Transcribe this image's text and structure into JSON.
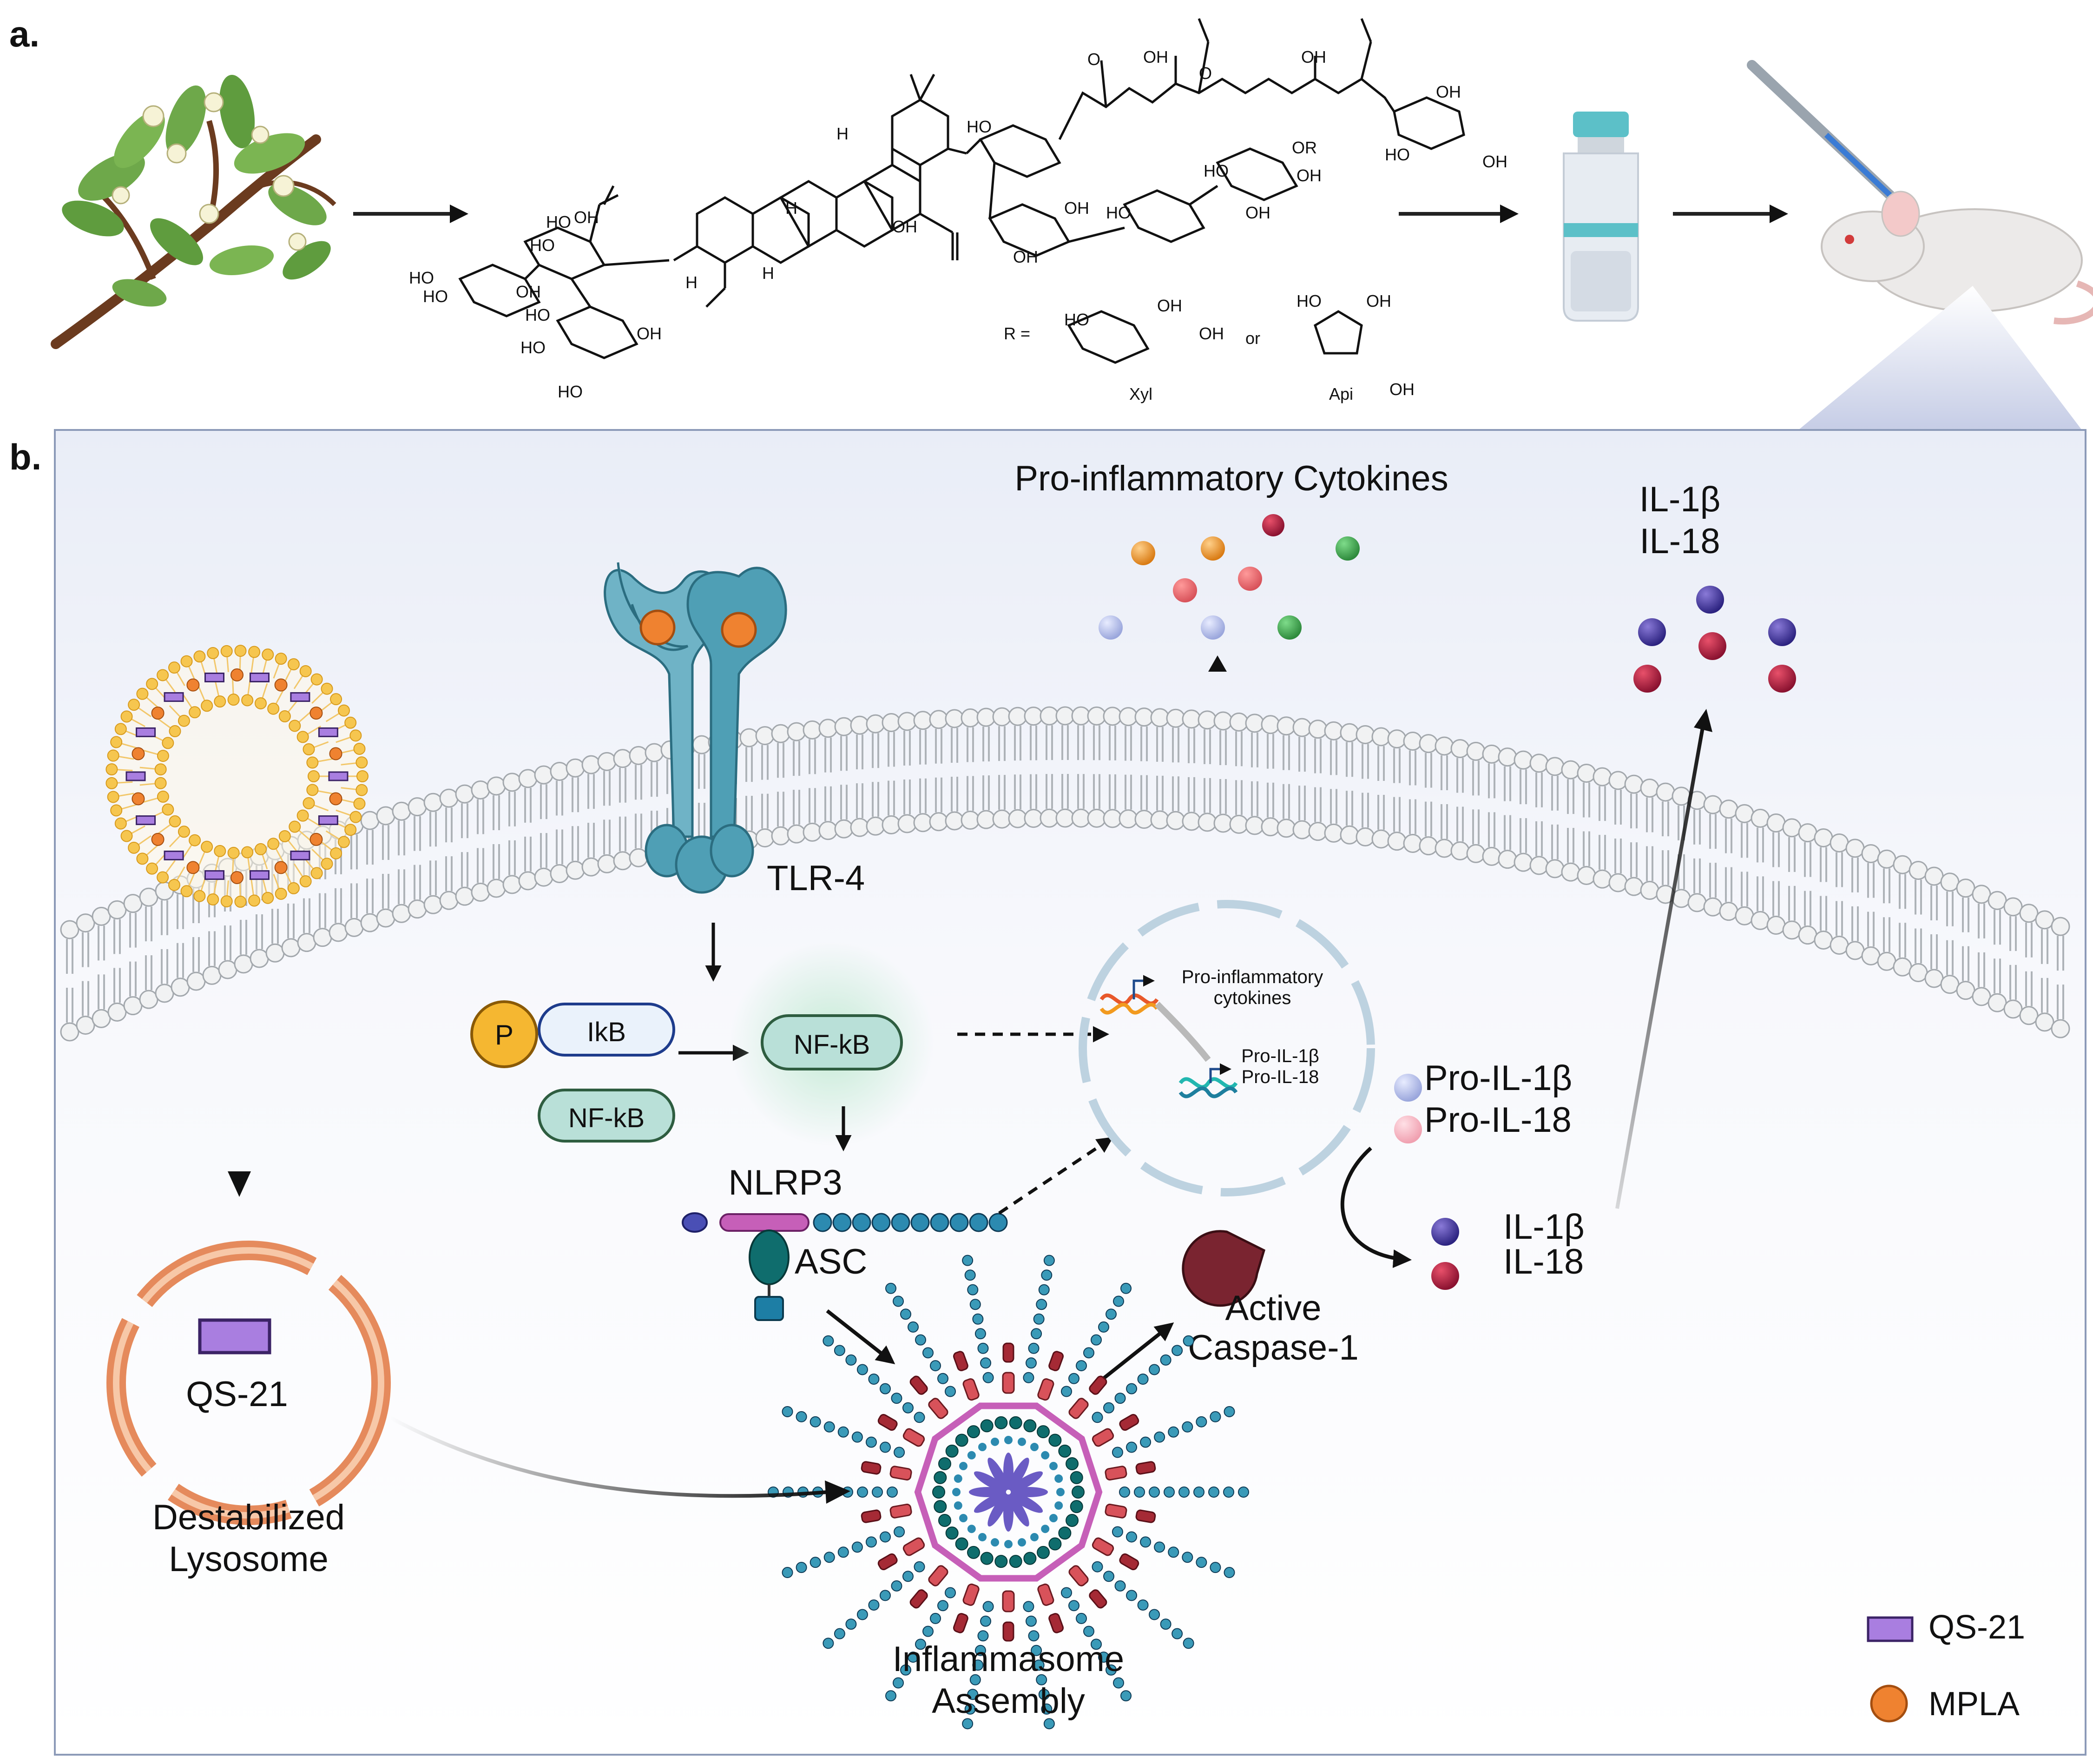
{
  "panel_a": {
    "letter": "a.",
    "chem_labels": {
      "oh": "OH",
      "ho": "HO",
      "h": "H",
      "o": "O",
      "or": "OR",
      "r_eq": "R =",
      "or_word": "or",
      "xyl": "Xyl",
      "api": "Api"
    }
  },
  "panel_b": {
    "letter": "b.",
    "labels": {
      "pro_inflammatory_cytokines": "Pro-inflammatory Cytokines",
      "il1b": "IL-1β",
      "il18": "IL-18",
      "tlr4": "TLR-4",
      "p": "P",
      "ikb": "IkB",
      "nfkb": "NF-kB",
      "nlrp3": "NLRP3",
      "asc": "ASC",
      "nucleus_line1": "Pro-inflammatory",
      "nucleus_line2": "cytokines",
      "nucleus_pro_il1b": "Pro-IL-1β",
      "nucleus_pro_il18": "Pro-IL-18",
      "pro_il1b": "Pro-IL-1β",
      "pro_il18": "Pro-IL-18",
      "active_line1": "Active",
      "active_line2": "Caspase-1",
      "qs21": "QS-21",
      "lysosome_line1": "Destabilized",
      "lysosome_line2": "Lysosome",
      "inflammasome_line1": "Inflammasome",
      "inflammasome_line2": "Assembly"
    },
    "legend": [
      {
        "label": "QS-21",
        "color": "#a97ee0"
      },
      {
        "label": "MPLA",
        "color": "#ef8230"
      }
    ]
  },
  "colors": {
    "tlr4": "#4f9fb5",
    "nfkb_fill": "#b9e0d8",
    "ikb_fill": "#eaf2fb",
    "phospho": "#f5b731",
    "nlrp3_pink": "#c65fb8",
    "asc_teal": "#0f6d6d",
    "caspase": "#7a2430",
    "lysosome": "#e58a5c",
    "qs21": "#a97ee0",
    "mpla": "#ef8230"
  }
}
